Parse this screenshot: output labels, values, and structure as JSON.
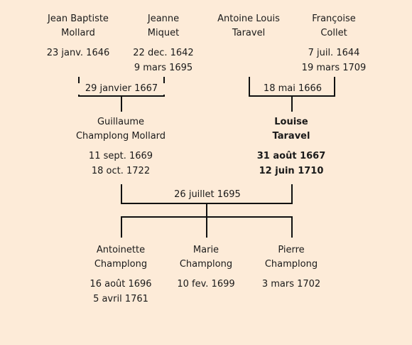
{
  "generation1": [
    {
      "name1": "Jean Baptiste",
      "name2": "Mollard",
      "birth": "23 janv. 1646",
      "death": ""
    },
    {
      "name1": "Jeanne",
      "name2": "Miquet",
      "birth": "22 dec. 1642",
      "death": "9 mars 1695"
    },
    {
      "name1": "Antoine Louis",
      "name2": "Taravel",
      "birth": "",
      "death": ""
    },
    {
      "name1": "Françoise",
      "name2": "Collet",
      "birth": "7 juil. 1644",
      "death": "19 mars 1709"
    }
  ],
  "marriages": {
    "left": "29 janvier 1667",
    "right": "18 mai 1666",
    "center": "26 juillet 1695"
  },
  "generation2": [
    {
      "name1": "Guillaume",
      "name2": "Champlong Mollard",
      "birth": "11 sept. 1669",
      "death": "18 oct. 1722"
    },
    {
      "name1": "Louise",
      "name2": "Taravel",
      "birth": "31 août 1667",
      "death": "12 juin 1710"
    }
  ],
  "generation3": [
    {
      "name1": "Antoinette",
      "name2": "Champlong",
      "birth": "16 août 1696",
      "death": "5 avril 1761"
    },
    {
      "name1": "Marie",
      "name2": "Champlong",
      "birth": "10 fev. 1699",
      "death": ""
    },
    {
      "name1": "Pierre",
      "name2": "Champlong",
      "birth": "3 mars 1702",
      "death": ""
    }
  ]
}
